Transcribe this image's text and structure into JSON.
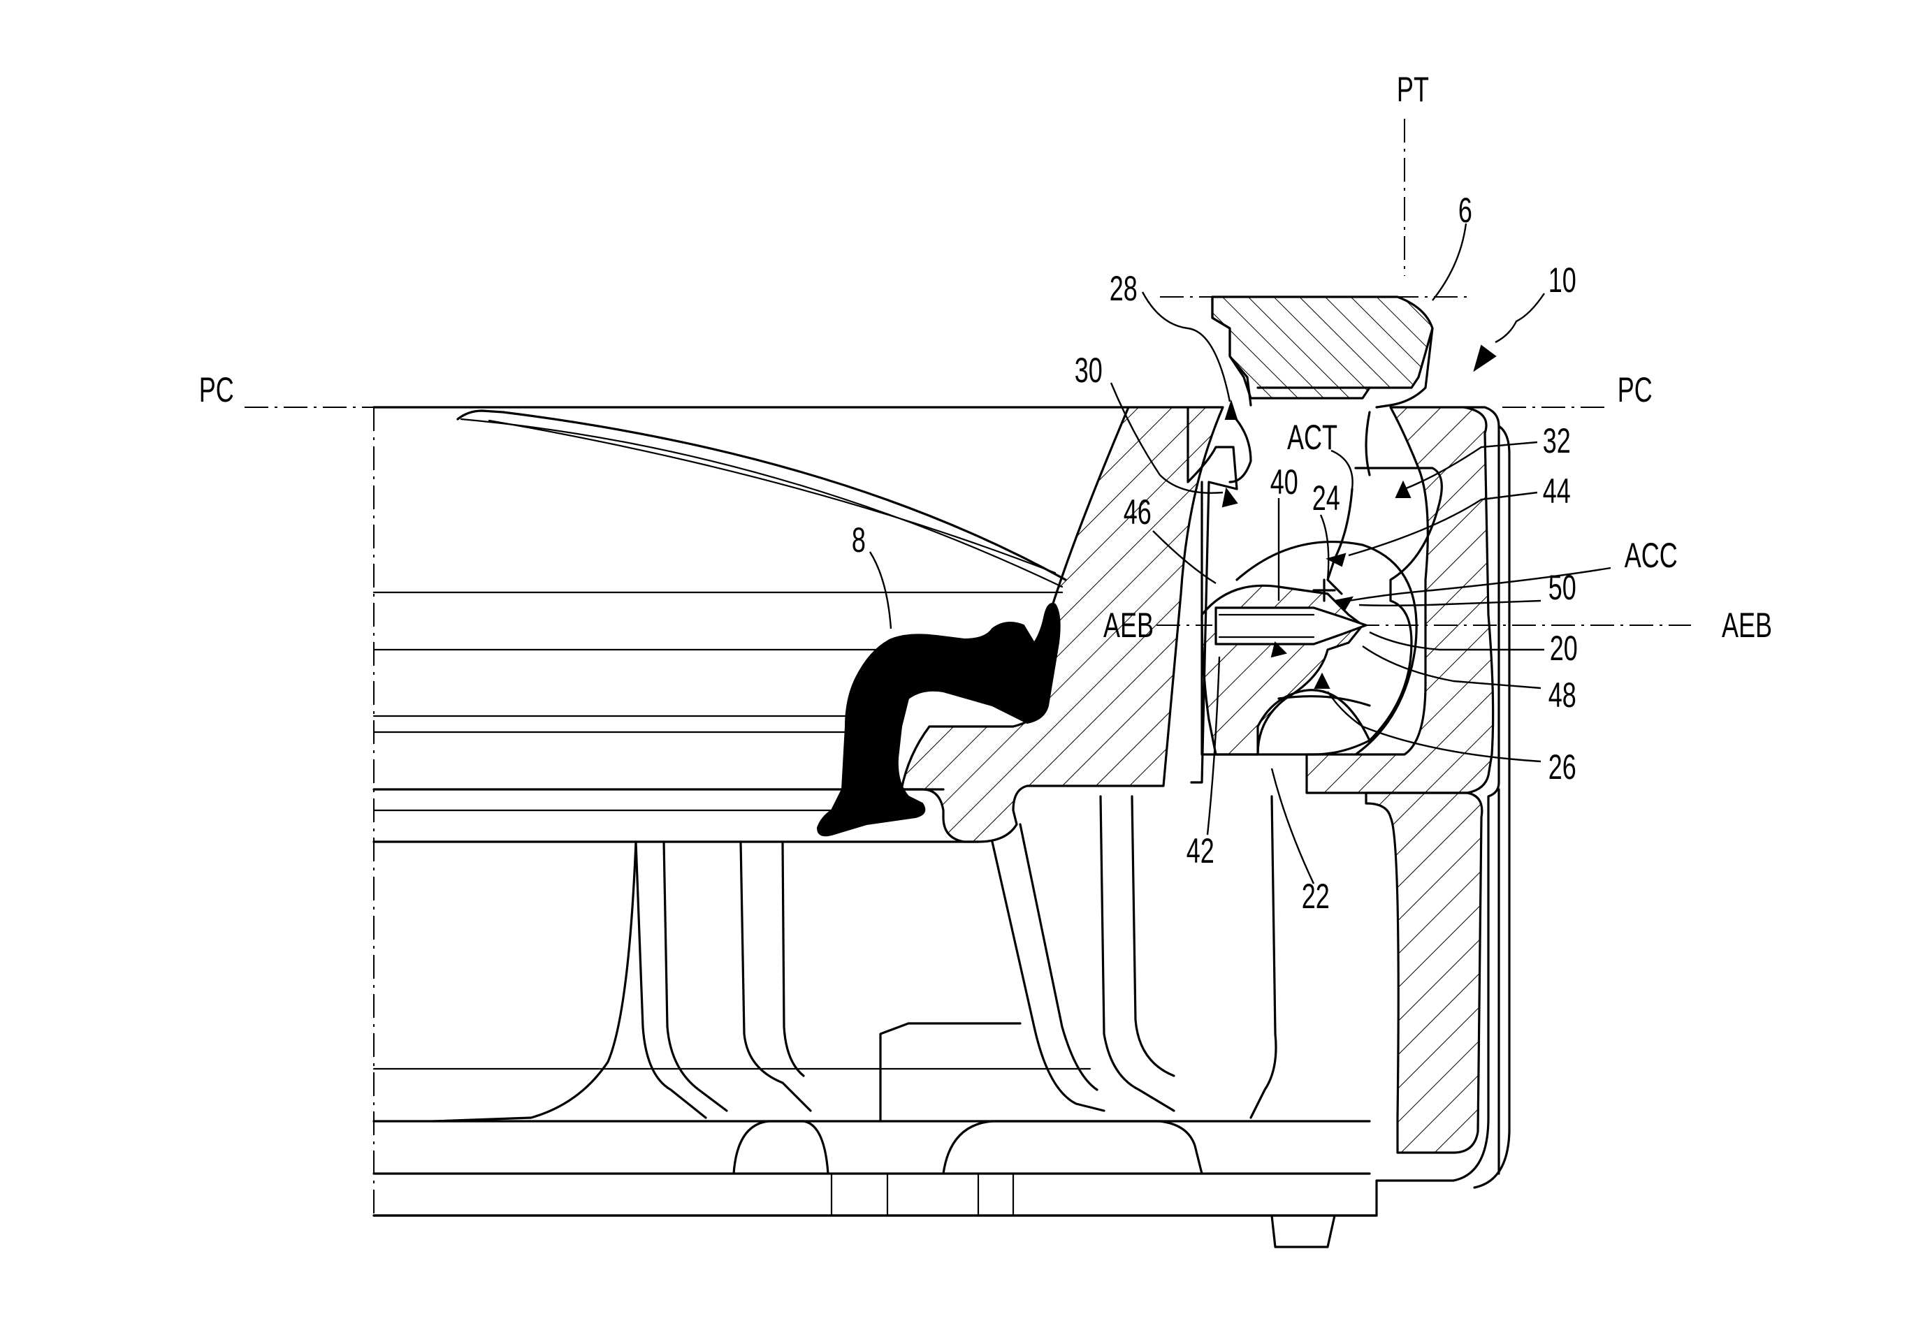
{
  "figure": {
    "title": "Cross-sectional view of container edge with fastening assembly",
    "labels": {
      "pt": "PT",
      "pc_left": "PC",
      "pc_right": "PC",
      "aeb_left": "AEB",
      "aeb_right": "AEB",
      "act": "ACT",
      "acc": "ACC",
      "n6": "6",
      "n10": "10",
      "n28": "28",
      "n30": "30",
      "n32": "32",
      "n44": "44",
      "n40": "40",
      "n24": "24",
      "n46": "46",
      "n8": "8",
      "n50": "50",
      "n20": "20",
      "n48": "48",
      "n26": "26",
      "n42": "42",
      "n22": "22"
    }
  },
  "style": {
    "line_color": "#000000",
    "background": "#ffffff"
  }
}
